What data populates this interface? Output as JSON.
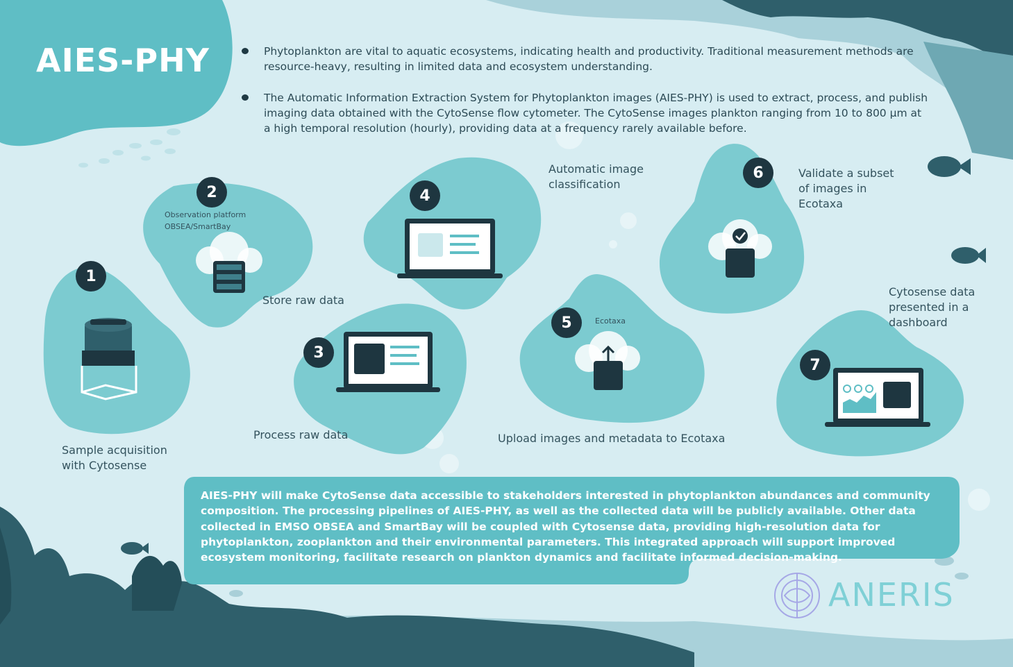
{
  "title": "AIES-PHY",
  "bullets": [
    "Phytoplankton are vital to aquatic ecosystems, indicating health and productivity. Traditional measurement methods are resource-heavy, resulting in limited data and ecosystem understanding.",
    "The Automatic Information Extraction System for Phytoplankton images (AIES-PHY) is used to extract, process, and publish imaging data obtained with the CytoSense flow cytometer. The CytoSense images plankton ranging from 10 to 800 µm at a high temporal resolution (hourly), providing data at a frequency rarely available before."
  ],
  "steps": [
    {
      "number": "1",
      "label": "Sample acquisition with Cytosense",
      "sublabel": ""
    },
    {
      "number": "2",
      "label": "Store raw data",
      "sublabel": "Observation platform OBSEA/SmartBay"
    },
    {
      "number": "3",
      "label": "Process raw data",
      "sublabel": ""
    },
    {
      "number": "4",
      "label": "Automatic image classification",
      "sublabel": ""
    },
    {
      "number": "5",
      "label": "Upload images and metadata to Ecotaxa",
      "sublabel": "Ecotaxa"
    },
    {
      "number": "6",
      "label": "Validate a subset of images in Ecotaxa",
      "sublabel": ""
    },
    {
      "number": "7",
      "label": "Cytosense data presented in a dashboard",
      "sublabel": ""
    }
  ],
  "summary": "AIES-PHY will make CytoSense data accessible to stakeholders interested in phytoplankton abundances and community composition. The processing pipelines of AIES-PHY, as well as the collected data will be publicly available. Other data collected in EMSO OBSEA and SmartBay will be coupled with Cytosense data, providing high-resolution data for phytoplankton, zooplankton and their environmental parameters. This integrated approach will support improved ecosystem monitoring, facilitate research on plankton dynamics and facilitate informed decision-making.",
  "logo": "ANERIS",
  "colors": {
    "background": "#d7edf2",
    "blob": "#7ccbd0",
    "title_blob": "#5fbec5",
    "dark": "#1e3640",
    "silhouette": "#2f5f6b",
    "logo": "#7fd0d6"
  }
}
